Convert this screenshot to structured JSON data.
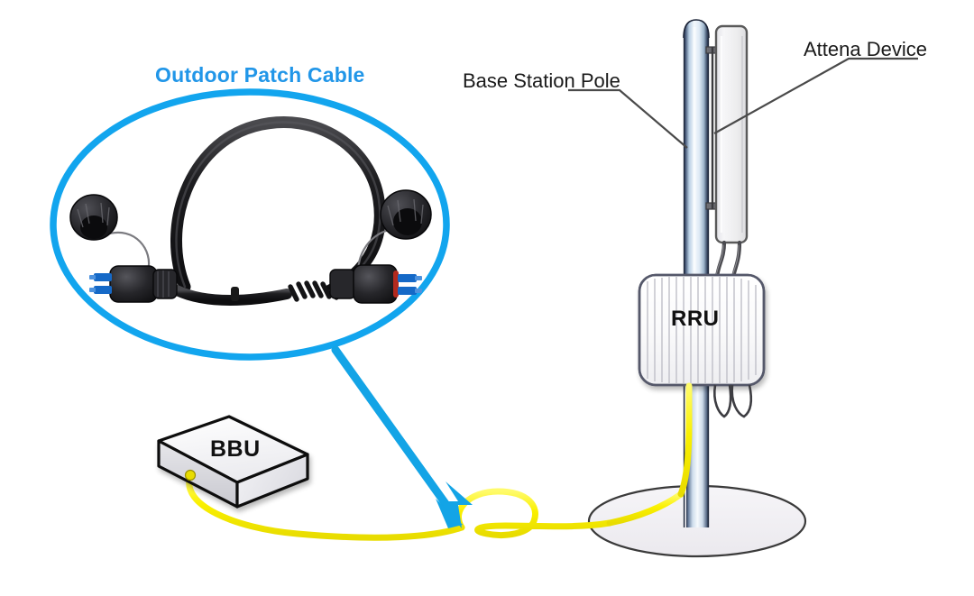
{
  "diagram": {
    "title": "Outdoor patch cable connection between BBU and pole-mounted RRU/Antenna",
    "background_color": "#ffffff",
    "labels": {
      "patch_cable": "Outdoor Patch Cable",
      "base_station_pole": "Base Station Pole",
      "antenna_device": "Attena Device",
      "rru": "RRU",
      "bbu": "BBU"
    },
    "colors": {
      "label_blue": "#2196e8",
      "ellipse_blue": "#12a5ee",
      "arrow_blue": "#13a4e6",
      "fiber_yellow": "#fbf000",
      "label_black": "#1a1a1a",
      "pole_light": "#eaf3fb",
      "pole_dark": "#27324a",
      "antenna_fill": "#f0f0f2",
      "antenna_stroke": "#5a5a5a",
      "rru_fill": "#fbfbfc",
      "rru_stroke": "#55586a",
      "ground_fill": "#f2f1f4",
      "ground_stroke": "#3a3a3a",
      "bbu_top": "#f7f7f9",
      "bbu_front": "#d7d7dc",
      "bbu_side": "#e9e9ee",
      "bbu_stroke": "#111111",
      "cable_black": "#1b1b1d",
      "connector_black": "#232326",
      "lc_blue": "#1569c7",
      "seal_red": "#b32a1e",
      "leader_gray": "#4a4a4a"
    },
    "elements": {
      "callout_ellipse": "oval-highlight-around-patch-cable-photo",
      "arrow": "blue-arrow-from-callout-to-fiber-cable",
      "fiber_run": "yellow-fiber-from-bbu-to-pole-base-up-to-rru",
      "antenna_jumpers": "two-dark-jumper-cables-antenna-to-rru"
    }
  }
}
